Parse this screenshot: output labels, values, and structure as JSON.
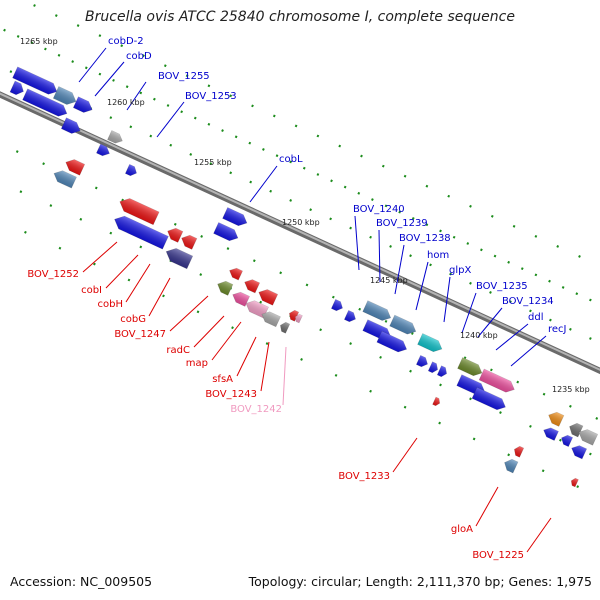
{
  "title": "Brucella ovis ATCC 25840 chromosome I, complete sequence",
  "accession_text": "Accession: NC_009505",
  "summary_text": "Topology: circular; Length: 2,111,370 bp; Genes: 1,975",
  "colors": {
    "backbone": "#8c8c8c",
    "blue": "#1414e6",
    "steelblue": "#4f86b8",
    "navy": "#36348e",
    "red": "#f01414",
    "pink": "#f050a0",
    "lightpink": "#f5a0c8",
    "gray": "#a8a8a8",
    "darkgray": "#6e6e6e",
    "olive": "#6c8a2a",
    "cyan": "#10c4cc",
    "orange": "#f08c14",
    "label_blue": "#0000cc",
    "label_red": "#dd0000",
    "label_pink": "#f09ac0",
    "tick": "#1c8c1c"
  },
  "kbp_labels": [
    "1265 kbp",
    "1260 kbp",
    "1255 kbp",
    "1250 kbp",
    "1245 kbp",
    "1240 kbp",
    "1235 kbp"
  ],
  "gene_labels": [
    {
      "text": "cobD-2",
      "color": "label_blue"
    },
    {
      "text": "cobD",
      "color": "label_blue"
    },
    {
      "text": "BOV_1255",
      "color": "label_blue"
    },
    {
      "text": "BOV_1253",
      "color": "label_blue"
    },
    {
      "text": "cobL",
      "color": "label_blue"
    },
    {
      "text": "BOV_1240",
      "color": "label_blue"
    },
    {
      "text": "BOV_1239",
      "color": "label_blue"
    },
    {
      "text": "BOV_1238",
      "color": "label_blue"
    },
    {
      "text": "hom",
      "color": "label_blue"
    },
    {
      "text": "glpX",
      "color": "label_blue"
    },
    {
      "text": "BOV_1235",
      "color": "label_blue"
    },
    {
      "text": "BOV_1234",
      "color": "label_blue"
    },
    {
      "text": "ddl",
      "color": "label_blue"
    },
    {
      "text": "recJ",
      "color": "label_blue"
    },
    {
      "text": "BOV_1252",
      "color": "label_red"
    },
    {
      "text": "cobI",
      "color": "label_red"
    },
    {
      "text": "cobH",
      "color": "label_red"
    },
    {
      "text": "cobG",
      "color": "label_red"
    },
    {
      "text": "BOV_1247",
      "color": "label_red"
    },
    {
      "text": "radC",
      "color": "label_red"
    },
    {
      "text": "map",
      "color": "label_red"
    },
    {
      "text": "sfsA",
      "color": "label_red"
    },
    {
      "text": "BOV_1243",
      "color": "label_red"
    },
    {
      "text": "BOV_1242",
      "color": "label_pink"
    },
    {
      "text": "BOV_1233",
      "color": "label_red"
    },
    {
      "text": "gloA",
      "color": "label_red"
    },
    {
      "text": "BOV_1225",
      "color": "label_red"
    }
  ]
}
